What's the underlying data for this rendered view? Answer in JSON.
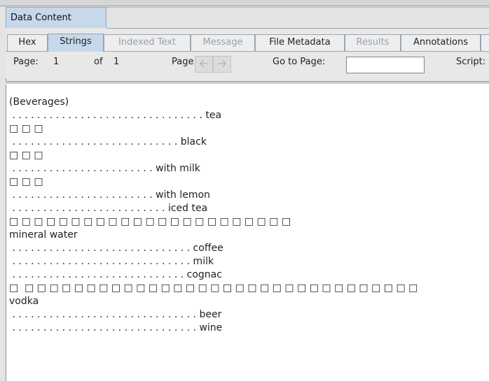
{
  "panel": {
    "title": "Data Content"
  },
  "tabs": [
    {
      "label": "Hex",
      "state": "normal"
    },
    {
      "label": "Strings",
      "state": "active"
    },
    {
      "label": "Indexed Text",
      "state": "disabled"
    },
    {
      "label": "Message",
      "state": "disabled"
    },
    {
      "label": "File Metadata",
      "state": "normal"
    },
    {
      "label": "Results",
      "state": "disabled"
    },
    {
      "label": "Annotations",
      "state": "normal"
    }
  ],
  "toolbar": {
    "page_label": "Page:",
    "page_current": "1",
    "of_label": "of",
    "page_total": "1",
    "page_nav_label": "Page",
    "goto_label": "Go to Page:",
    "goto_value": "",
    "script_label": "Script:"
  },
  "content_lines": [
    "(Beverages)",
    " . . . . . . . . . . . . . . . . . . . . . . . . . . . . . . . tea",
    "□ □ □",
    " . . . . . . . . . . . . . . . . . . . . . . . . . . . black",
    "□ □ □",
    " . . . . . . . . . . . . . . . . . . . . . . . with milk",
    "□ □ □",
    " . . . . . . . . . . . . . . . . . . . . . . . with lemon",
    " . . . . . . . . . . . . . . . . . . . . . . . . . iced tea",
    "□ □ □ □ □ □ □ □ □ □ □ □ □ □ □ □ □ □ □ □ □ □ □",
    "mineral water",
    " . . . . . . . . . . . . . . . . . . . . . . . . . . . . . coffee",
    " . . . . . . . . . . . . . . . . . . . . . . . . . . . . . milk",
    " . . . . . . . . . . . . . . . . . . . . . . . . . . . . cognac",
    "□  □ □ □ □ □ □ □ □ □ □ □ □ □ □ □ □ □ □ □ □ □ □ □ □ □ □ □ □ □ □ □ □",
    "vodka",
    " . . . . . . . . . . . . . . . . . . . . . . . . . . . . . . beer",
    " . . . . . . . . . . . . . . . . . . . . . . . . . . . . . . wine"
  ]
}
